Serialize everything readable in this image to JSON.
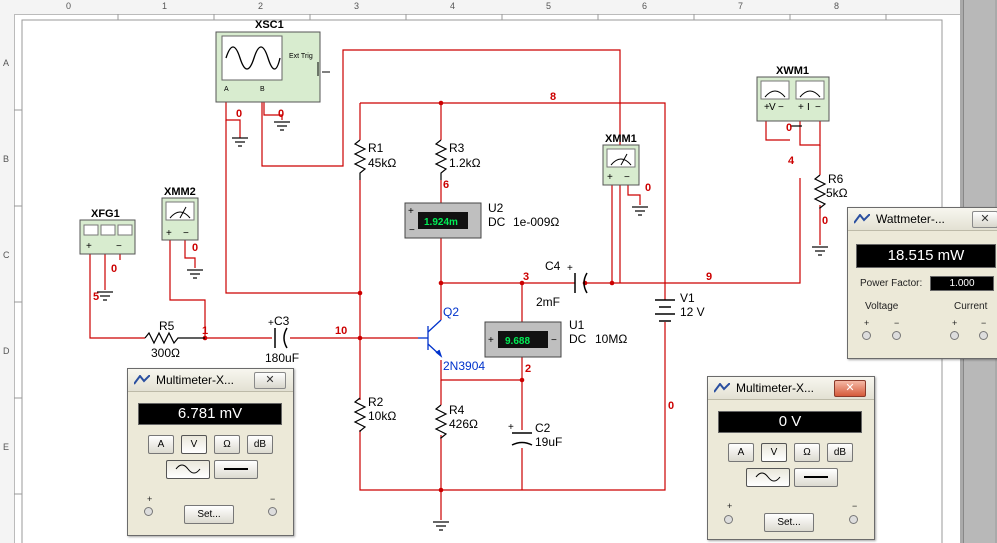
{
  "ruler": {
    "columns": [
      "0",
      "1",
      "2",
      "3",
      "4",
      "5",
      "6",
      "7",
      "8"
    ],
    "rows": [
      "A",
      "B",
      "C",
      "D",
      "E"
    ]
  },
  "instruments": {
    "xsc1": {
      "label": "XSC1",
      "ext_trig": "Ext Trig",
      "a": "A",
      "b": "B"
    },
    "xfg1": {
      "label": "XFG1"
    },
    "xmm2": {
      "label": "XMM2"
    },
    "xmm1": {
      "label": "XMM1"
    },
    "xwm1": {
      "label": "XWM1",
      "v": "V",
      "i": "I"
    }
  },
  "components": {
    "r1": {
      "ref": "R1",
      "value": "45kΩ"
    },
    "r2": {
      "ref": "R2",
      "value": "10kΩ"
    },
    "r3": {
      "ref": "R3",
      "value": "1.2kΩ"
    },
    "r4": {
      "ref": "R4",
      "value": "426Ω"
    },
    "r5": {
      "ref": "R5",
      "value": "300Ω"
    },
    "r6": {
      "ref": "R6",
      "value": "5kΩ"
    },
    "c2": {
      "ref": "C2",
      "value": "19uF"
    },
    "c3": {
      "ref": "C3",
      "value": "180uF"
    },
    "c4": {
      "ref": "C4",
      "value": "2mF"
    },
    "v1": {
      "ref": "V1",
      "value": "12 V"
    },
    "q2": {
      "ref": "Q2",
      "model": "2N3904"
    },
    "u2": {
      "ref": "U2",
      "mode": "DC",
      "res": "1e-009Ω",
      "reading": "1.924m"
    },
    "u1": {
      "ref": "U1",
      "mode": "DC",
      "res": "10MΩ",
      "reading": "9.688"
    }
  },
  "nodes": [
    "0",
    "0",
    "0",
    "0",
    "0",
    "0",
    "1",
    "2",
    "3",
    "4",
    "5",
    "6",
    "8",
    "9",
    "10",
    "0",
    "0"
  ],
  "multimeter_left": {
    "title": "Multimeter-X...",
    "reading": "6.781 mV",
    "buttons": [
      "A",
      "V",
      "Ω",
      "dB"
    ],
    "set_label": "Set...",
    "plus": "+",
    "minus": "−"
  },
  "multimeter_right": {
    "title": "Multimeter-X...",
    "reading": "0 V",
    "buttons": [
      "A",
      "V",
      "Ω",
      "dB"
    ],
    "set_label": "Set...",
    "plus": "+",
    "minus": "−"
  },
  "wattmeter": {
    "title": "Wattmeter-...",
    "reading": "18.515 mW",
    "pf_label": "Power Factor:",
    "pf_value": "1.000",
    "voltage_label": "Voltage",
    "current_label": "Current",
    "plus": "+",
    "minus": "−"
  },
  "colors": {
    "wire": "#cc0000",
    "node_label": "#cc0000",
    "component": "#000000",
    "transistor": "#0033cc",
    "instrument_fill": "#d8eccf"
  }
}
